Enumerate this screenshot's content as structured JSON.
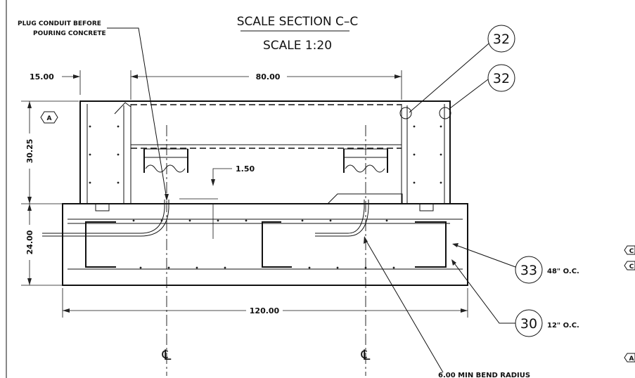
{
  "title": "SCALE SECTION C–C",
  "scale": "SCALE 1:20",
  "note_plug_line1": "PLUG CONDUIT BEFORE",
  "note_plug_line2": "POURING CONCRETE",
  "note_bend": "6.00 MIN BEND RADIUS",
  "dimensions": {
    "left_offset": "15.00",
    "top_width": "80.00",
    "upper_height": "30.25",
    "cover": "1.50",
    "base_height": "24.00",
    "base_width": "120.00"
  },
  "callouts": [
    {
      "number": "32",
      "spacing": ""
    },
    {
      "number": "32",
      "spacing": ""
    },
    {
      "number": "33",
      "spacing": "48\" O.C."
    },
    {
      "number": "30",
      "spacing": "12\" O.C."
    }
  ],
  "section_tags": {
    "a_left": "A",
    "c_upper": "C",
    "c_lower": "C",
    "a_right": "A"
  },
  "centerline_symbols": [
    "℄",
    "℄"
  ]
}
